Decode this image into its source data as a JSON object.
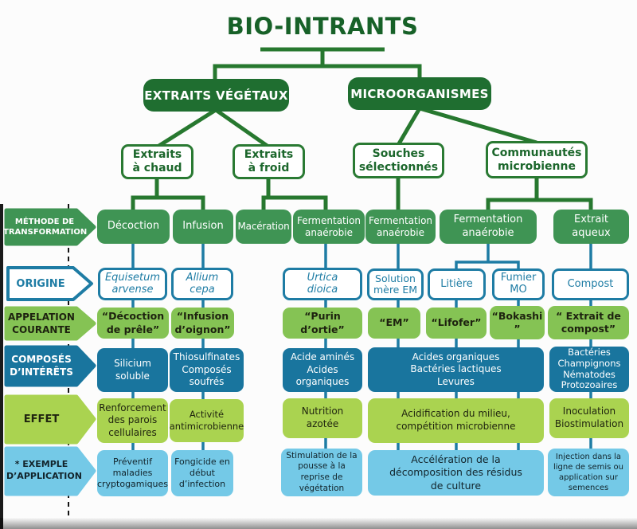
{
  "title": "BIO-INTRANTS",
  "branches": {
    "vegetaux": "EXTRAITS VÉGÉTAUX",
    "micro": "MICROORGANISMES"
  },
  "groups": {
    "chaud": "Extraits\nà chaud",
    "froid": "Extraits\nà froid",
    "souches": "Souches\nsélectionnés",
    "communautes": "Communautés\nmicrobienne"
  },
  "row_labels": {
    "methode": "MÉTHODE DE\nTRANSFORMATION",
    "origine": "ORIGINE",
    "appelation": "APPELATION\nCOURANTE",
    "composes": "COMPOSÉS\nD’INTÉRÊTS",
    "effet": "EFFET",
    "exemple": "* EXEMPLE\nD’APPLICATION"
  },
  "methode": [
    "Décoction",
    "Infusion",
    "Macération",
    "Fermentation\nanaérobie",
    "Fermentation\nanaérobie",
    "Fermentation\nanaérobie",
    "Extrait aqueux"
  ],
  "origine": [
    "Equisetum\narvense",
    "Allium\ncepa",
    "Urtica\ndioica",
    "Solution\nmère EM",
    "Litière",
    "Fumier\nMO",
    "Compost"
  ],
  "appelation": [
    "“Décoction\nde prêle”",
    "“Infusion\nd’oignon”",
    "“Purin\nd’ortie”",
    "“EM”",
    "“Lifofer”",
    "“Bokashi\n”",
    "“ Extrait de\ncompost”"
  ],
  "composes": [
    "Silicium\nsoluble",
    "Thiosulfinates\nComposés\nsoufrés",
    "Acide aminés\nAcides\norganiques",
    "Acides organiques\nBactéries lactiques\nLevures",
    "Bactéries\nChampignons\nNématodes\nProtozoaires"
  ],
  "effet": [
    "Renforcement\ndes parois\ncellulaires",
    "Activité\nantimicrobienne",
    "Nutrition\nazotée",
    "Acidification du milieu,\ncompétition microbienne",
    "Inoculation\nBiostimulation"
  ],
  "exemple": [
    "Préventif\nmaladies\ncryptogamiques",
    "Fongicide en\ndébut\nd’infection",
    "Stimulation de la\npousse à la\nreprise de\nvégétation",
    "Accélération de la\ndécomposition des résidus\nde culture",
    "Injection dans la\nligne de semis ou\napplication sur\nsemences"
  ],
  "colors": {
    "dark_green": "#1f6e30",
    "line_green": "#27782f",
    "medium_green": "#3f9454",
    "teal": "#1e7ca4",
    "teal_fill": "#19759e",
    "light_green": "#85c354",
    "yellow_green": "#aad350",
    "sky_blue": "#74c9e7"
  }
}
